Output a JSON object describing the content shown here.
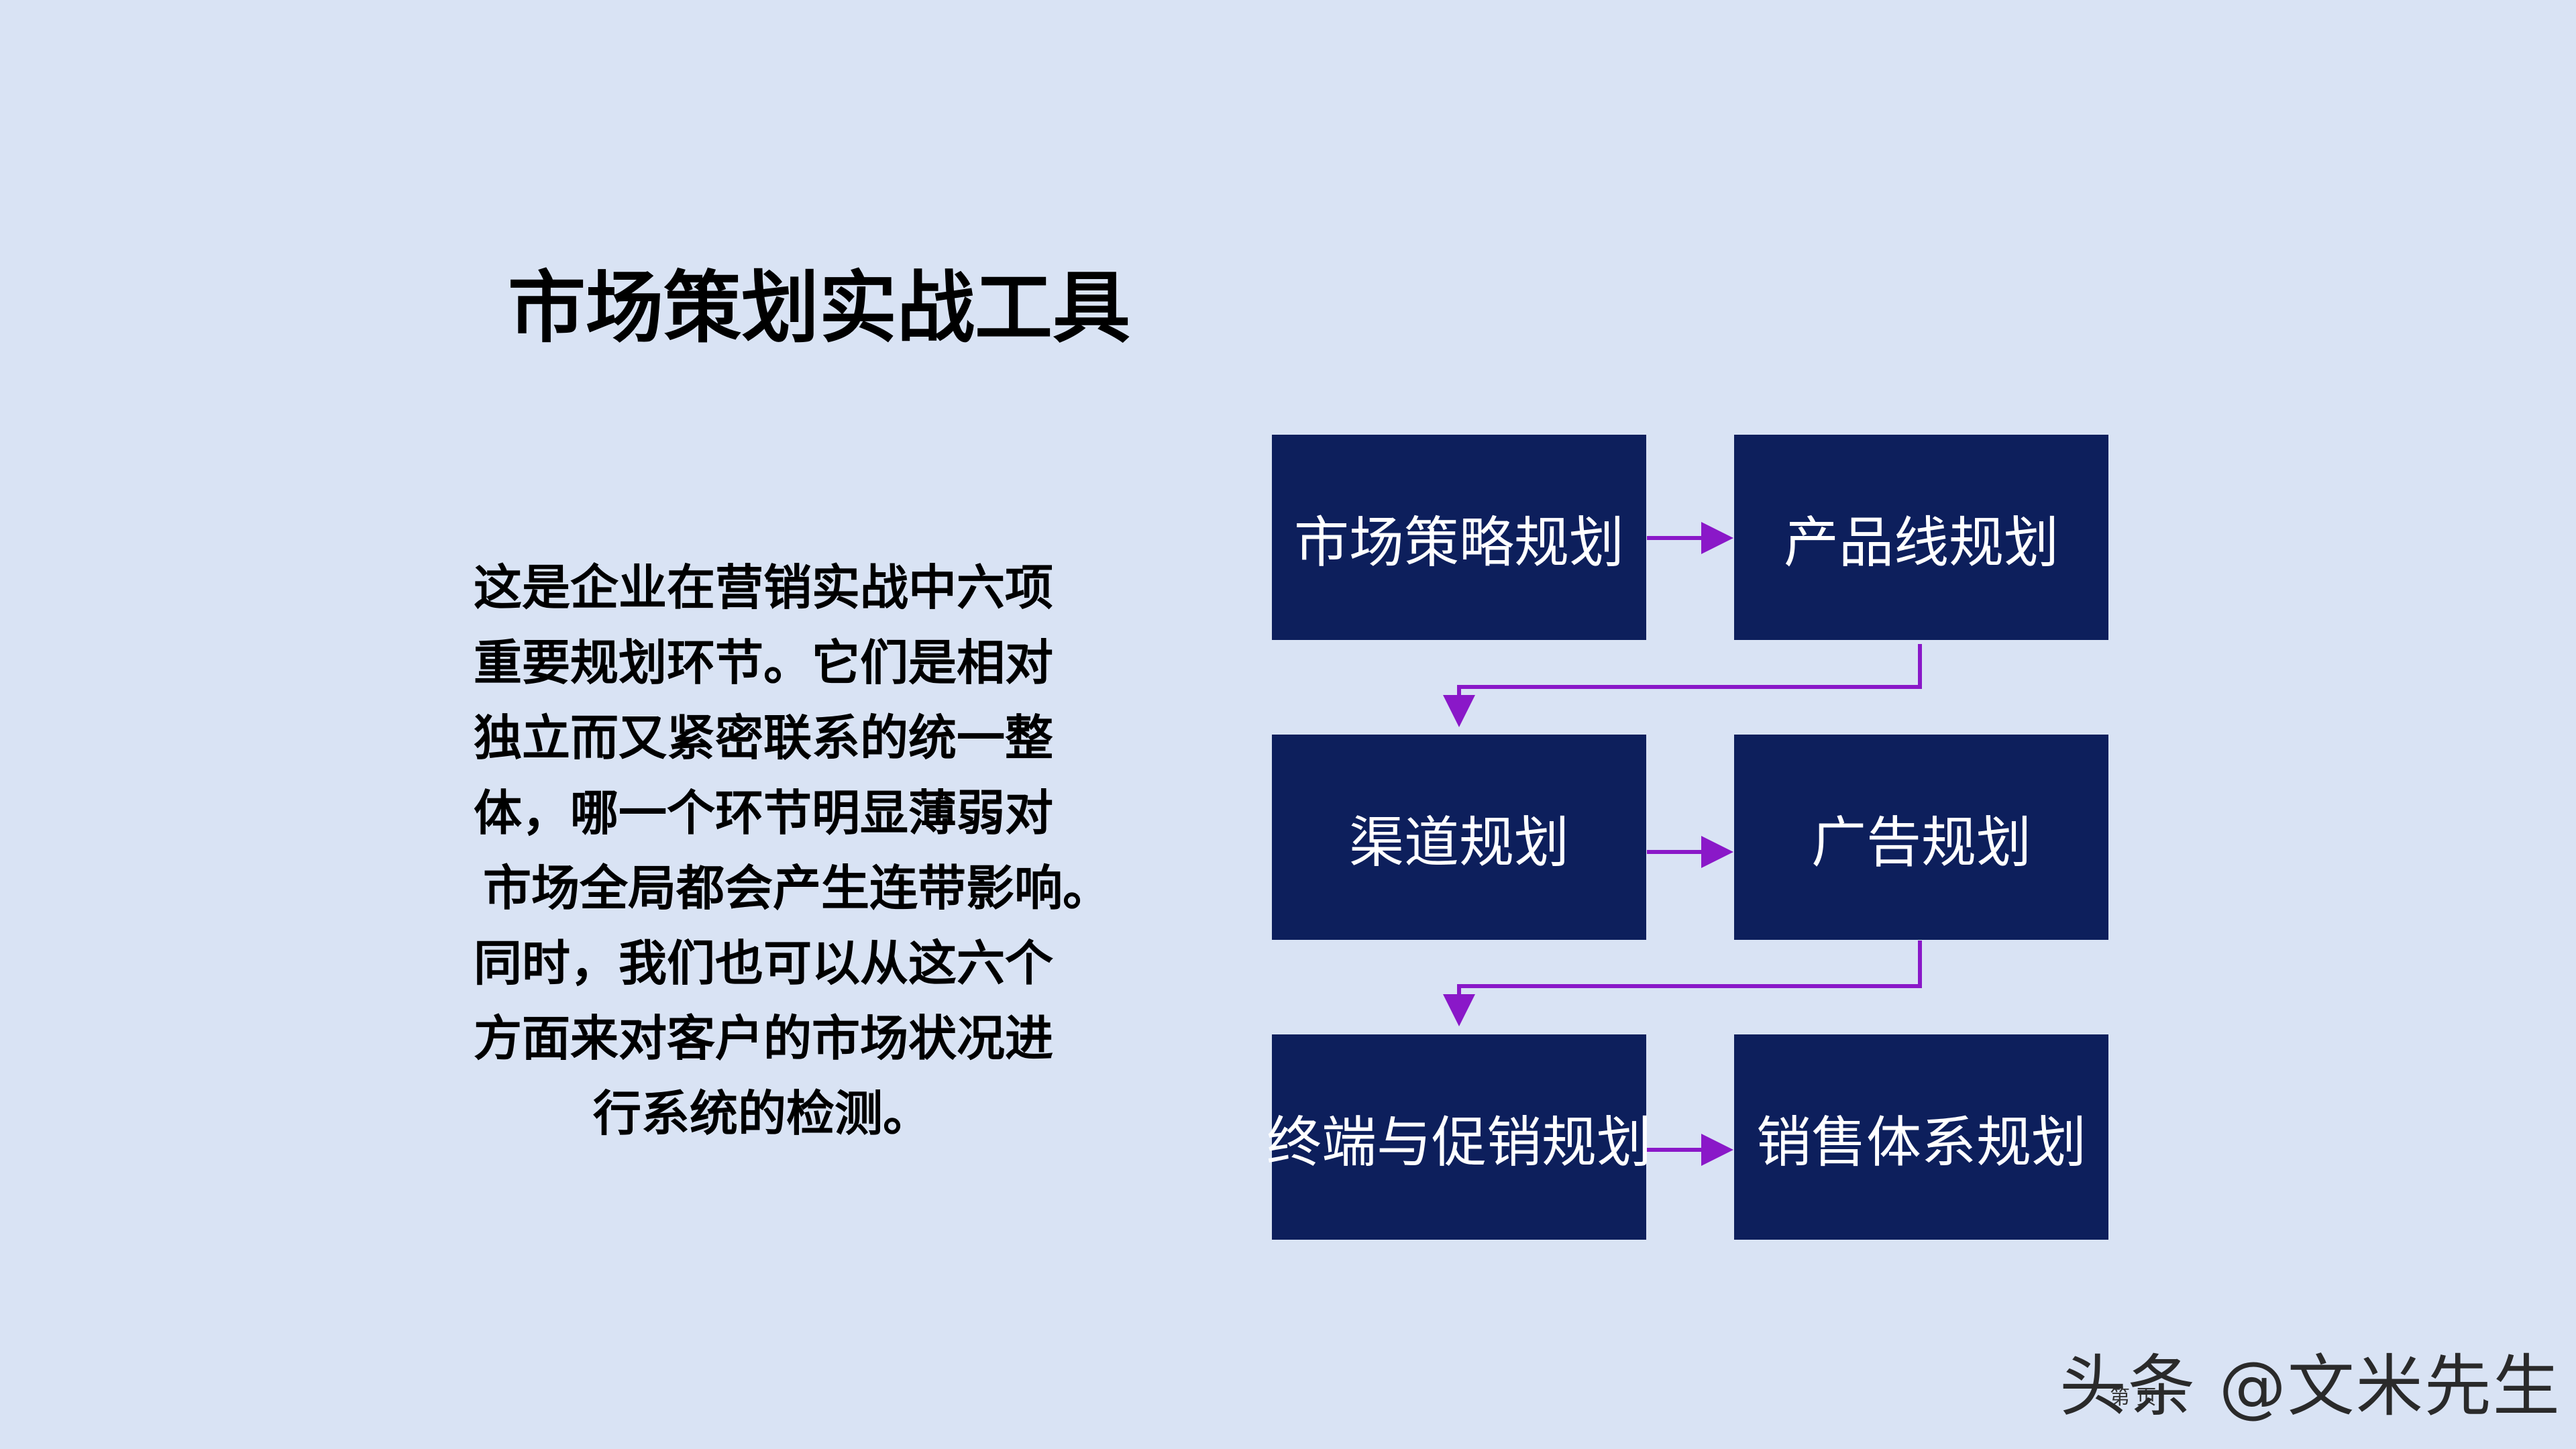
{
  "title": "市场策划实战工具",
  "body_lines": [
    "这是企业在营销实战中六项",
    "重要规划环节。它们是相对",
    "独立而又紧密联系的统一整",
    "体，哪一个环节明显薄弱对",
    "市场全局都会产生连带影响。",
    "同时，我们也可以从这六个",
    "方面来对客户的市场状况进",
    "行系统的检测。"
  ],
  "flow": {
    "boxes": [
      "市场策略规划",
      "产品线规划",
      "渠道规划",
      "广告规划",
      "终端与促销规划",
      "销售体系规划"
    ]
  },
  "colors": {
    "background": "#d9e3f4",
    "box_fill": "#0d1f5c",
    "box_text": "#ffffff",
    "arrow": "#8a18c8"
  },
  "watermark": "头条 @文米先生",
  "page_note": "第 页"
}
